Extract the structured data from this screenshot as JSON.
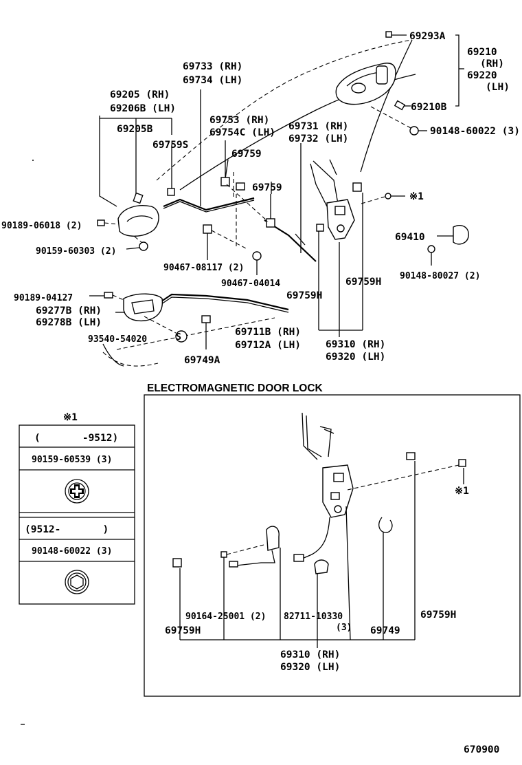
{
  "labels": {
    "p69293A": "69293A",
    "p69210": "69210",
    "p69210_rh": "(RH)",
    "p69220": "69220",
    "p69220_lh": "(LH)",
    "p69210B": "69210B",
    "p90148_60022_3": "90148-60022 (3)",
    "p69733": "69733 (RH)",
    "p69734": "69734 (LH)",
    "p69205": "69205 (RH)",
    "p69206B": "69206B (LH)",
    "p69753": "69753 (RH)",
    "p69754C": "69754C (LH)",
    "p69731": "69731 (RH)",
    "p69732": "69732 (LH)",
    "p69205B": "69205B",
    "p69759S": "69759S",
    "p69759_a": "69759",
    "p69759_b": "69759",
    "note1_top": "※1",
    "p69410": "69410",
    "p90148_80027": "90148-80027 (2)",
    "p90189_06018": "90189-06018 (2)",
    "p90159_60303": "90159-60303 (2)",
    "p90467_08117": "90467-08117 (2)",
    "p90467_04014": "90467-04014",
    "p69759H_a": "69759H",
    "p69759H_b": "69759H",
    "p90189_04127": "90189-04127",
    "p69277B": "69277B (RH)",
    "p69278B": "69278B (LH)",
    "p93540_54020": "93540-54020",
    "p69711B": "69711B (RH)",
    "p69712A": "69712A (LH)",
    "p69749A": "69749A",
    "p69310_top": "69310 (RH)",
    "p69320_top": "69320 (LH)",
    "circle_s": "S"
  },
  "legend": {
    "title": "※1",
    "row1": "(       -9512)",
    "row2": "90159-60539 (3)",
    "row3": "(9512-       )",
    "row4": "90148-60022 (3)"
  },
  "inset": {
    "title": "ELECTROMAGNETIC DOOR LOCK",
    "p69759H_left": "69759H",
    "p90164_25001": "90164-25001 (2)",
    "p82711_10330": "82711-10330",
    "p82711_qty": "(3)",
    "p69749": "69749",
    "p69759H_right": "69759H",
    "p69310": "69310 (RH)",
    "p69320": "69320 (LH)",
    "note1": "※1"
  },
  "figure_number": "670900"
}
